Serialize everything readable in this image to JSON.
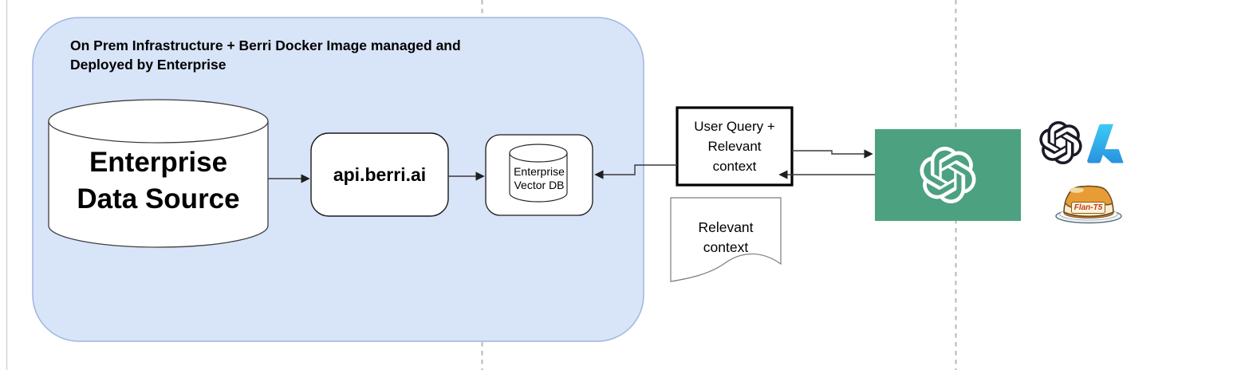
{
  "group": {
    "title_lines": [
      "On Prem Infrastructure + Berri Docker Image managed and",
      "Deployed by Enterprise"
    ]
  },
  "nodes": {
    "enterprise_data_source": {
      "lines": [
        "Enterprise",
        "Data Source"
      ]
    },
    "api_berri": {
      "label": "api.berri.ai"
    },
    "enterprise_vector_db": {
      "lines": [
        "Enterprise",
        "Vector DB"
      ]
    },
    "user_query": {
      "label": "User Query + Relevant context"
    },
    "relevant_context": {
      "label": "Relevant context"
    },
    "llm_box": {
      "icon": "openai-logo"
    }
  },
  "icons": {
    "openai_on_green": "openai-logo",
    "openai_black": "openai-logo",
    "azure": "azure-logo",
    "flan": {
      "name": "flan-t5-icon",
      "label": "Flan-T5"
    }
  },
  "colors": {
    "group_fill": "#d8e4f8",
    "group_border": "#9fb6de",
    "llm_green": "#4ba180",
    "dashed_line": "#b7b7b7"
  }
}
